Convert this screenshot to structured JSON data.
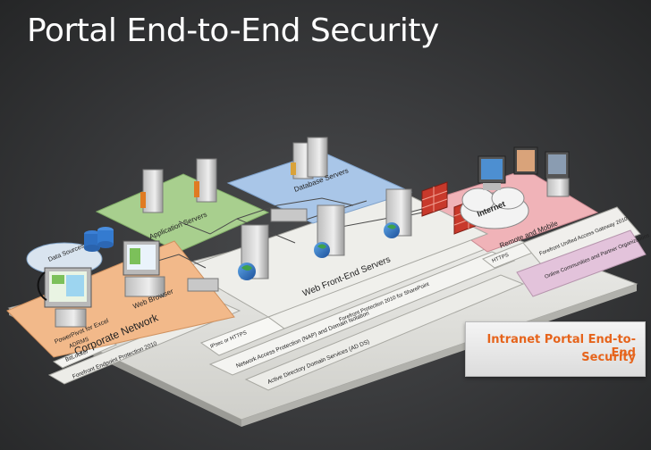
{
  "title": "Portal End-to-End Security",
  "caption": {
    "line1": "Intranet Portal End-to-End",
    "line2": "Security"
  },
  "zones": {
    "application_servers": "Application Servers",
    "database_servers": "Database Servers",
    "web_front_end_servers": "Web Front-End Servers",
    "corporate_network": "Corporate Network",
    "remote_mobile": "Remote and Mobile",
    "internet": "Internet"
  },
  "clients": {
    "data_sources": "Data Sources",
    "powerpivot": "PowerPivot for Excel",
    "web_browser": "Web Browser"
  },
  "strips": {
    "forefront_sharepoint": "Forefront Protection 2010 for SharePoint",
    "ipsec_https": "IPsec or HTTPS",
    "nap": "Network Access Protection (NAP) and Domain Isolation",
    "ad_ds": "Active Directory Domain Services (AD DS)",
    "adrms": "ADRMS",
    "bitlocker": "BitLocker",
    "endpoint": "Forefront Endpoint Protection 2010",
    "https": "HTTPS",
    "uag": "Forefront Unified Access Gateway 2010",
    "partners": "Online Communities and Partner Organizations"
  },
  "colors": {
    "accent_orange": "#e6641c",
    "app_zone": "#a8cf8e",
    "db_zone": "#a9c6e8",
    "corp_zone": "#f2b98a",
    "remote_zone": "#f0b3b8",
    "partner_zone": "#e3c3db"
  }
}
